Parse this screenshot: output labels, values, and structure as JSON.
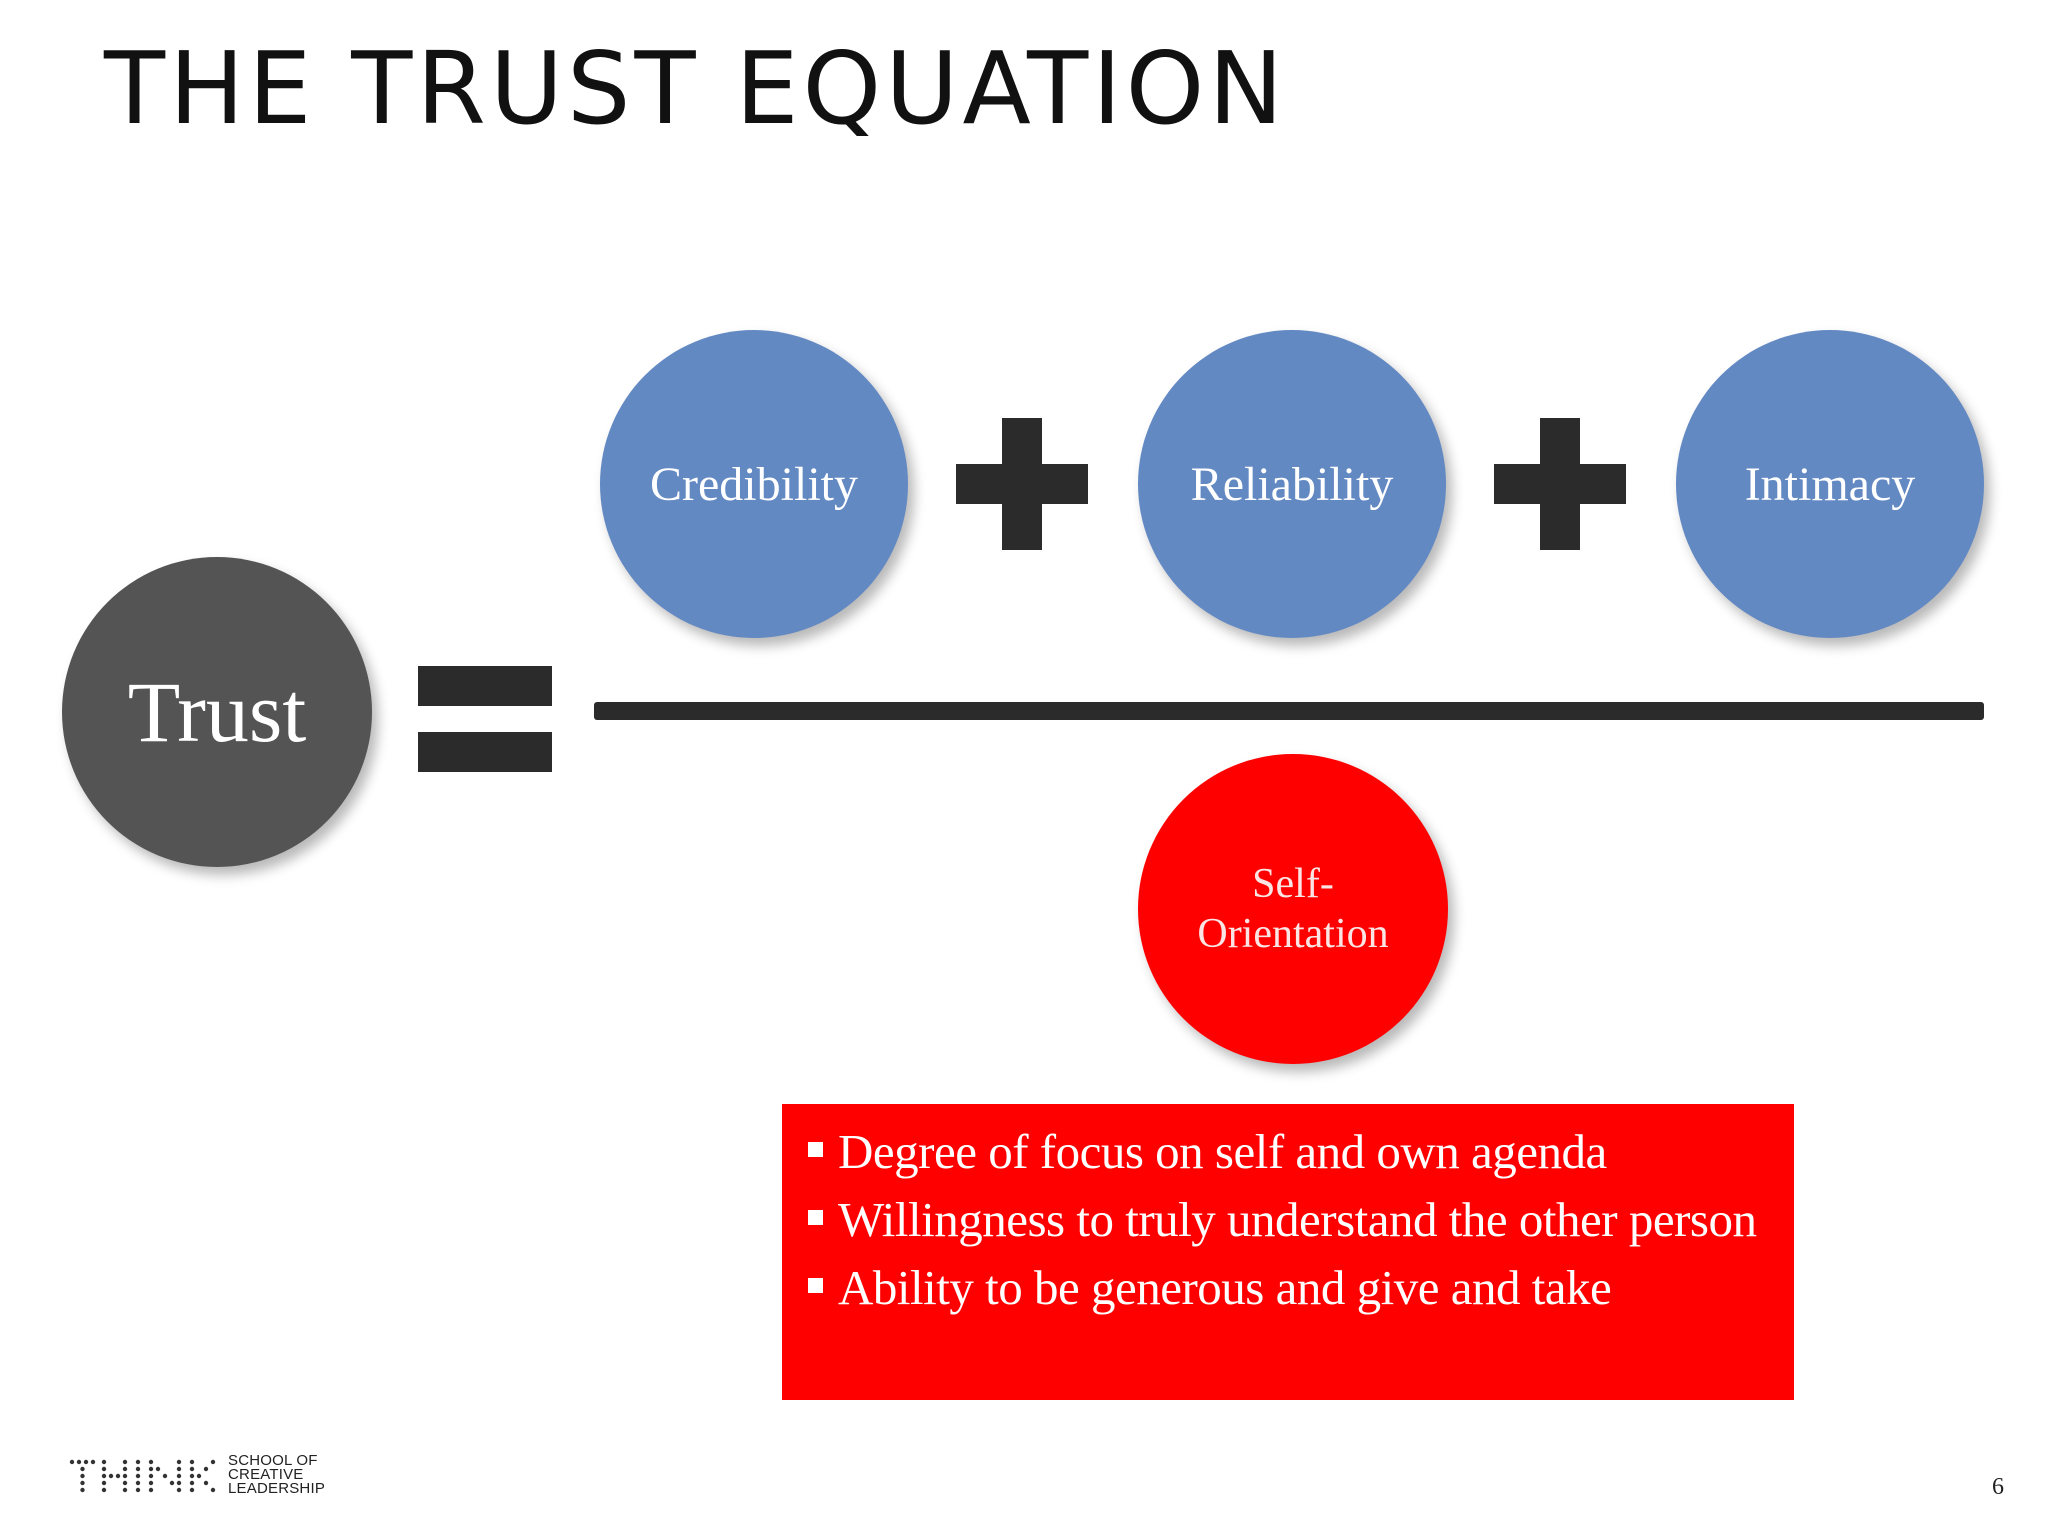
{
  "slide": {
    "title": "THE TRUST EQUATION",
    "page_number": "6"
  },
  "equation": {
    "result": "Trust",
    "numerator": [
      "Credibility",
      "Reliability",
      "Intimacy"
    ],
    "denominator_line1": "Self-",
    "denominator_line2": "Orientation",
    "operators": {
      "plus": "+",
      "equals": "="
    }
  },
  "notes": {
    "items": [
      "Degree of focus on self and own agenda",
      "Willingness to truly understand the other person",
      "Ability to be generous and give and take"
    ]
  },
  "logo": {
    "mark": "THINK",
    "line1": "SCHOOL OF",
    "line2": "CREATIVE",
    "line3": "LEADERSHIP"
  },
  "colors": {
    "numerator_circle": "#6389c3",
    "trust_circle": "#545454",
    "self_orientation_circle": "#ff0000",
    "notes_box": "#ff0000",
    "operators": "#2b2b2b"
  }
}
